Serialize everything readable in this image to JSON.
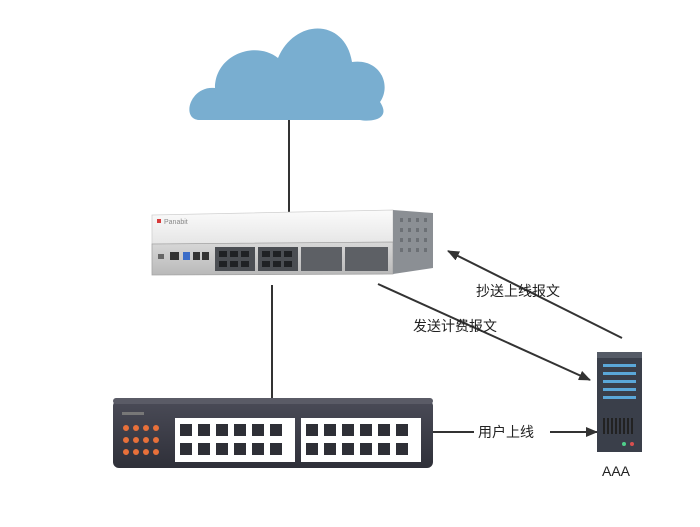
{
  "device": {
    "brand": "Panabit",
    "aaa_label": "AAA"
  },
  "edges": {
    "accounting_label": "发送计费报文",
    "online_copy_label": "抄送上线报文",
    "user_online_label": "用户上线"
  },
  "icons": {
    "cloud": "cloud-icon",
    "gateway": "panabit-appliance-icon",
    "switch": "network-switch-icon",
    "server": "aaa-server-icon"
  },
  "colors": {
    "cloud": "#79aed0",
    "switch_body": "#3d3e4a",
    "switch_ports_orange": "#e8703a",
    "line": "#333333",
    "server_body": "#3a3f4a",
    "server_accent": "#5aa7d8"
  }
}
